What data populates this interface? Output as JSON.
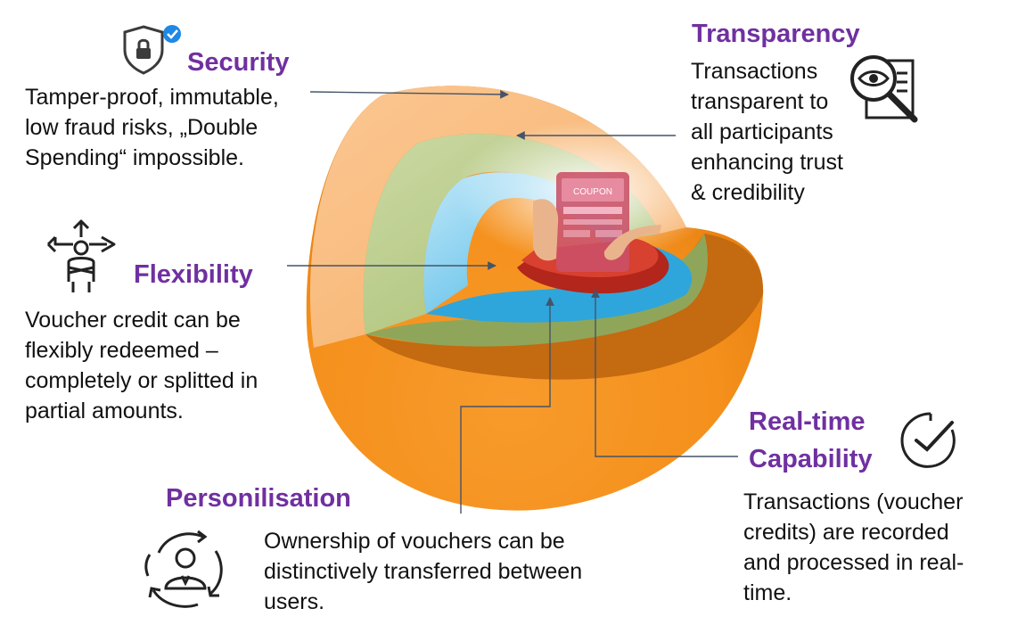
{
  "colors": {
    "title": "#7030a0",
    "text": "#111111",
    "connector": "#44546a",
    "outer_shell": "#f7941d",
    "outer_cut": "#f9be80",
    "green_layer": "#a8bf72",
    "blue_layer": "#47b6e6",
    "red_core": "#d33a2c"
  },
  "security": {
    "icon": "shield-lock-check-icon",
    "title": "Security",
    "lines": [
      "Tamper-proof, immutable,",
      "low fraud risks, „Double",
      "Spending“ impossible."
    ]
  },
  "transparency": {
    "icon": "document-eye-magnifier-icon",
    "title": "Transparency",
    "lines": [
      "Transactions",
      "transparent to",
      "all participants",
      "enhancing trust",
      "& credibility"
    ]
  },
  "flexibility": {
    "icon": "person-split-arrows-icon",
    "title": "Flexibility",
    "lines": [
      "Voucher credit can be",
      "flexibly redeemed –",
      "completely or splitted in",
      "partial amounts."
    ]
  },
  "realtime": {
    "icon": "clock-check-icon",
    "title_lines": [
      "Real-time",
      "Capability"
    ],
    "lines": [
      "Transactions (voucher",
      "credits) are recorded",
      "and processed in real-",
      "time."
    ]
  },
  "personalisation": {
    "icon": "user-cycle-arrows-icon",
    "title": "Personilisation",
    "lines": [
      "Ownership of vouchers can be",
      "distinctively transferred between",
      "users."
    ]
  },
  "core_image": {
    "icon": "phone-coupon-icon",
    "label": "COUPON"
  }
}
